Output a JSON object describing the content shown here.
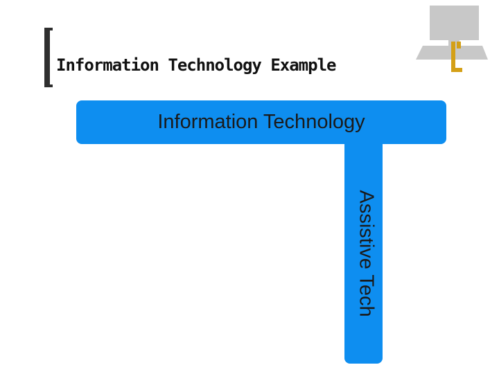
{
  "slide": {
    "title": "Information Technology Example"
  },
  "diagram": {
    "horizontal_label": "Information Technology",
    "vertical_label": "Assistive Tech"
  },
  "colors": {
    "box_fill": "#0e8ef0",
    "bracket": "#2f2f2f",
    "accent": "#d4a017",
    "computer": "#c8c8c8"
  },
  "icons": {
    "corner_graphic": "computer-icon"
  }
}
